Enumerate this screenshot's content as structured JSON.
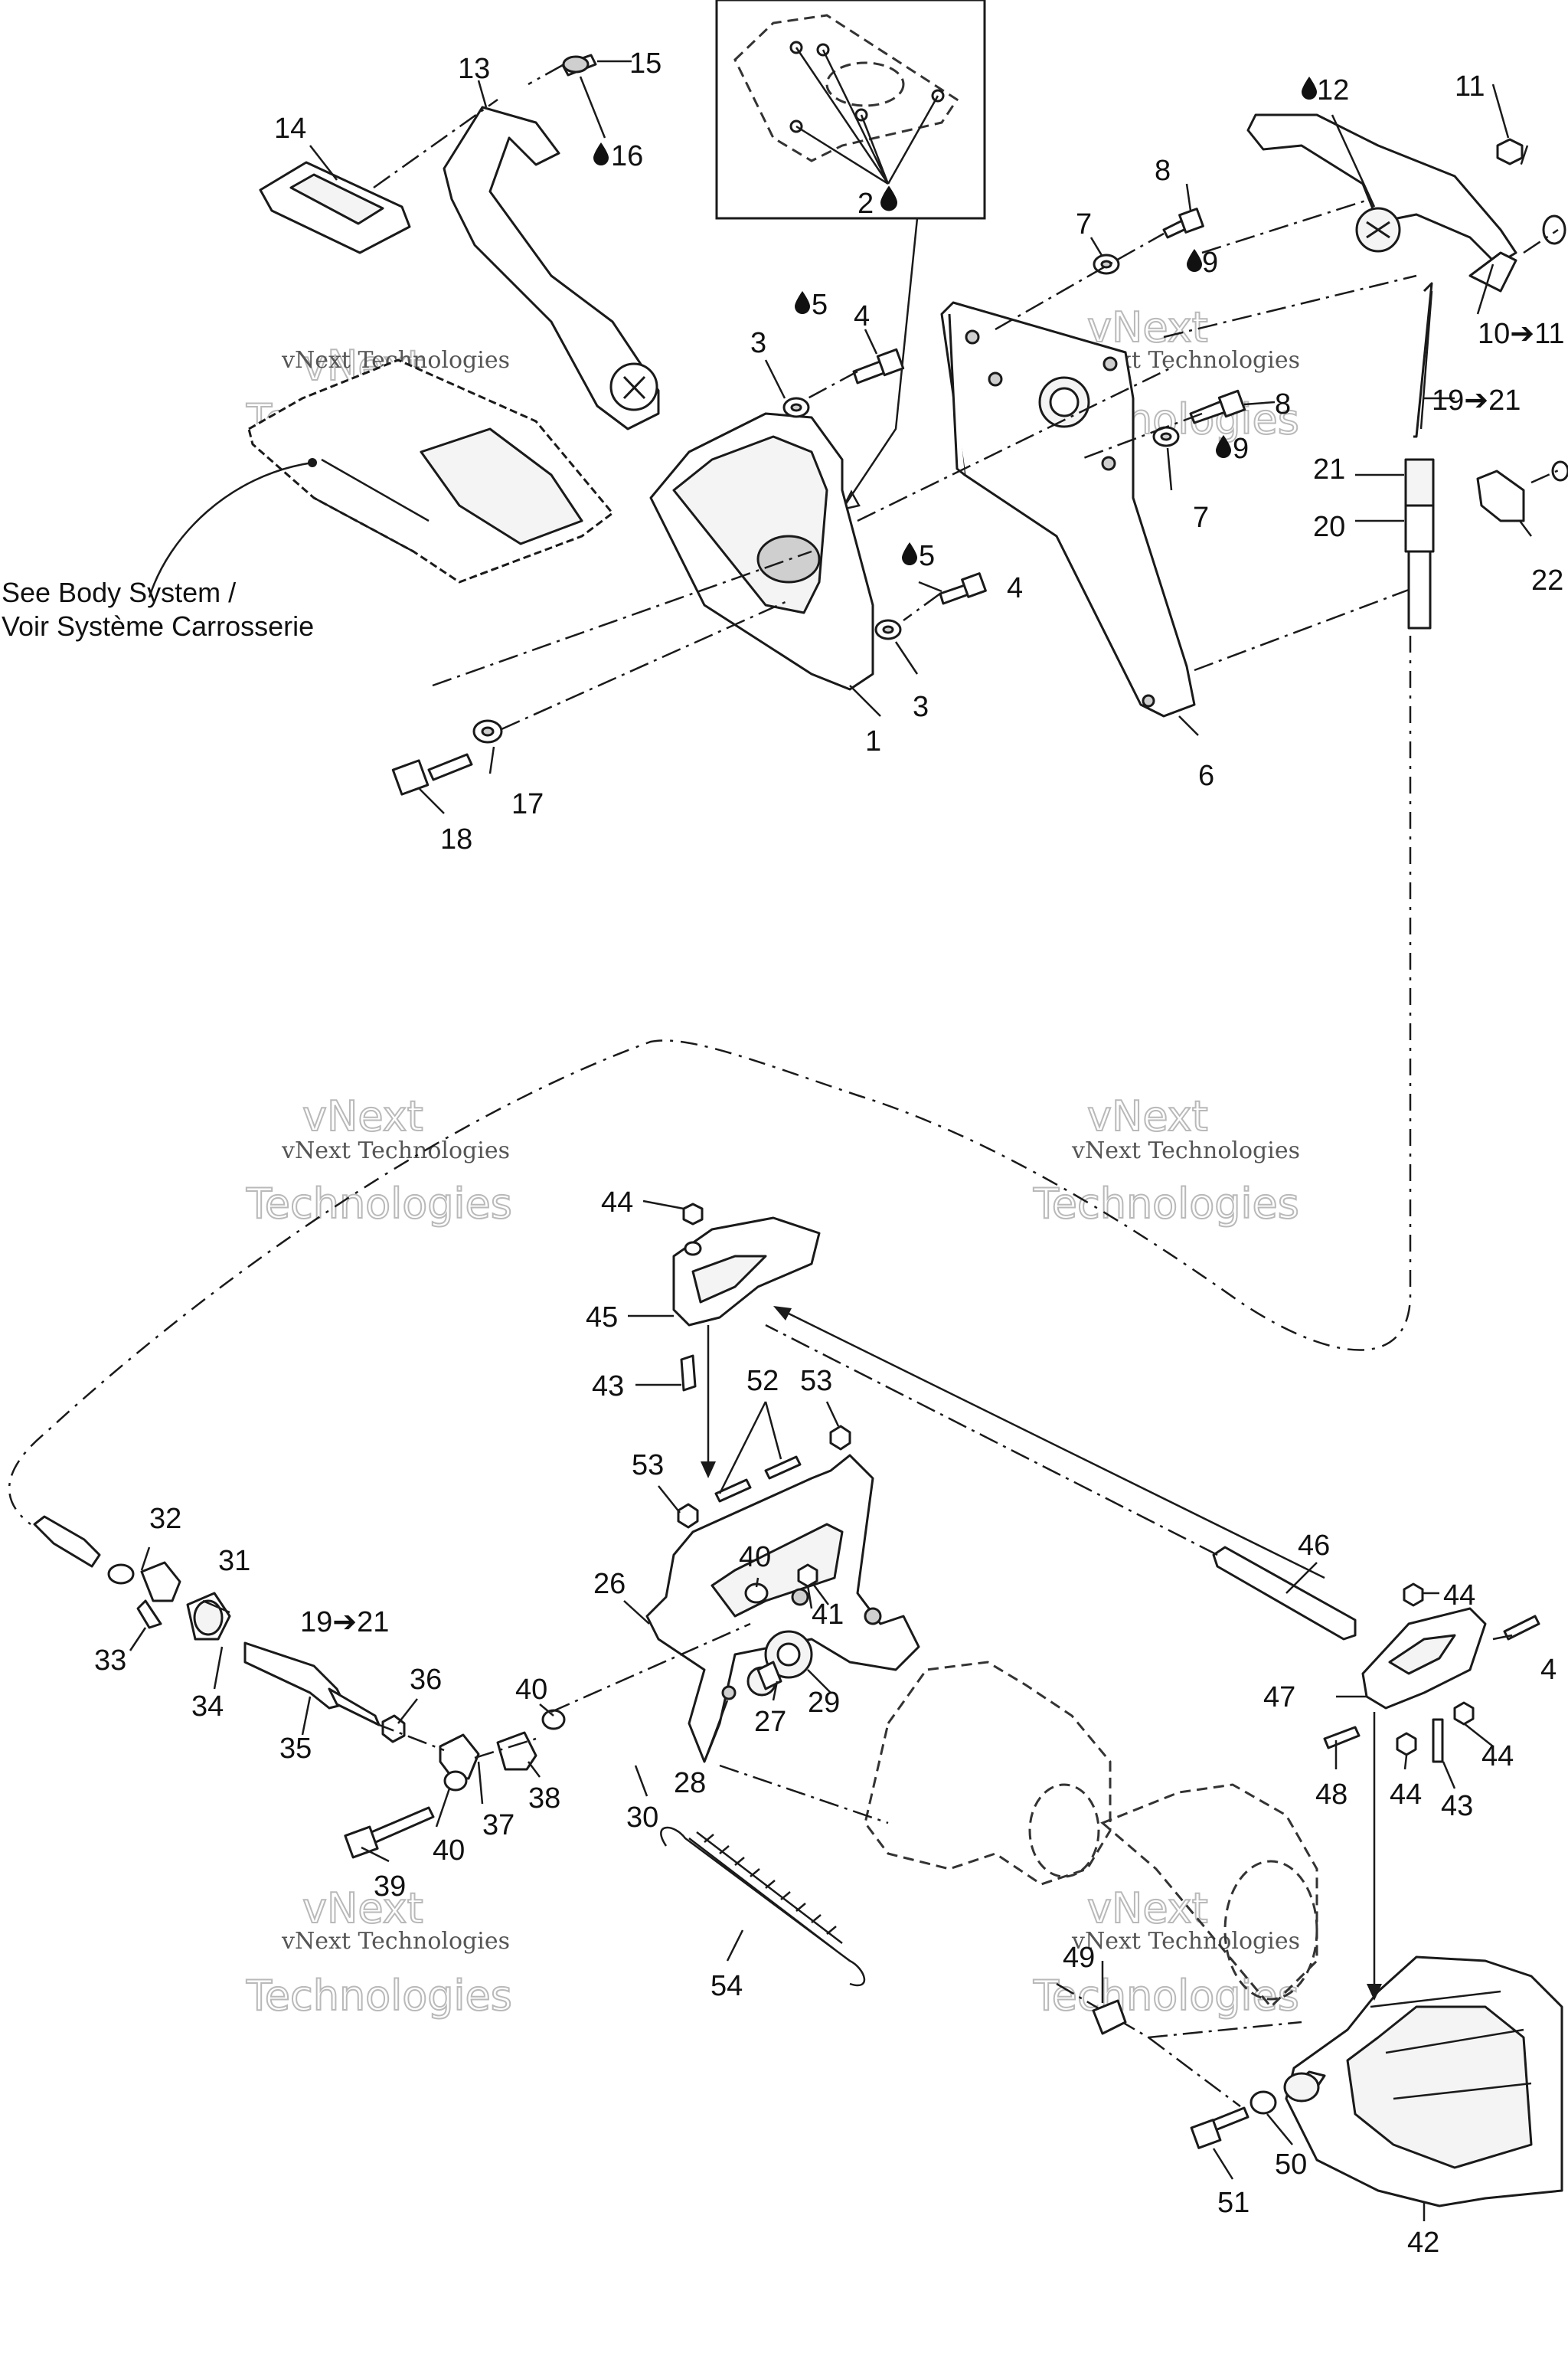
{
  "watermark": {
    "line1": "vNext",
    "line2": "vNext Technologies",
    "line3": "Technologies"
  },
  "note": {
    "line1": "See Body System /",
    "line2": "Voir Système Carrosserie"
  },
  "labels": {
    "l1": "1",
    "l2": "2",
    "l3a": "3",
    "l3b": "3",
    "l4a": "4",
    "l4b": "4",
    "l5a": "5",
    "l5b": "5",
    "l6": "6",
    "l7a": "7",
    "l7b": "7",
    "l8a": "8",
    "l8b": "8",
    "l9a": "9",
    "l9b": "9",
    "l10": "10➔11",
    "l11": "11",
    "l12": "12",
    "l13": "13",
    "l14": "14",
    "l15": "15",
    "l16": "16",
    "l17": "17",
    "l18": "18",
    "l19a": "19➔21",
    "l19b": "19➔21",
    "l20": "20",
    "l21": "21",
    "l22": "22",
    "l26": "26",
    "l27": "27",
    "l28": "28",
    "l29": "29",
    "l30": "30",
    "l31": "31",
    "l32": "32",
    "l33": "33",
    "l34": "34",
    "l35": "35",
    "l36": "36",
    "l37": "37",
    "l38": "38",
    "l39": "39",
    "l40a": "40",
    "l40b": "40",
    "l40c": "40",
    "l41": "41",
    "l42": "42",
    "l43a": "43",
    "l43b": "43",
    "l44a": "44",
    "l44b": "44",
    "l44c": "44",
    "l44d": "44",
    "l45": "45",
    "l46": "46",
    "l47": "47",
    "l48": "48",
    "l49": "49",
    "l50": "50",
    "l51": "51",
    "l52": "52",
    "l53a": "53",
    "l53b": "53",
    "l54": "54",
    "l4c": "4"
  },
  "icons": {
    "adhesive": "drop-icon",
    "replace": "arrow-right-icon"
  }
}
